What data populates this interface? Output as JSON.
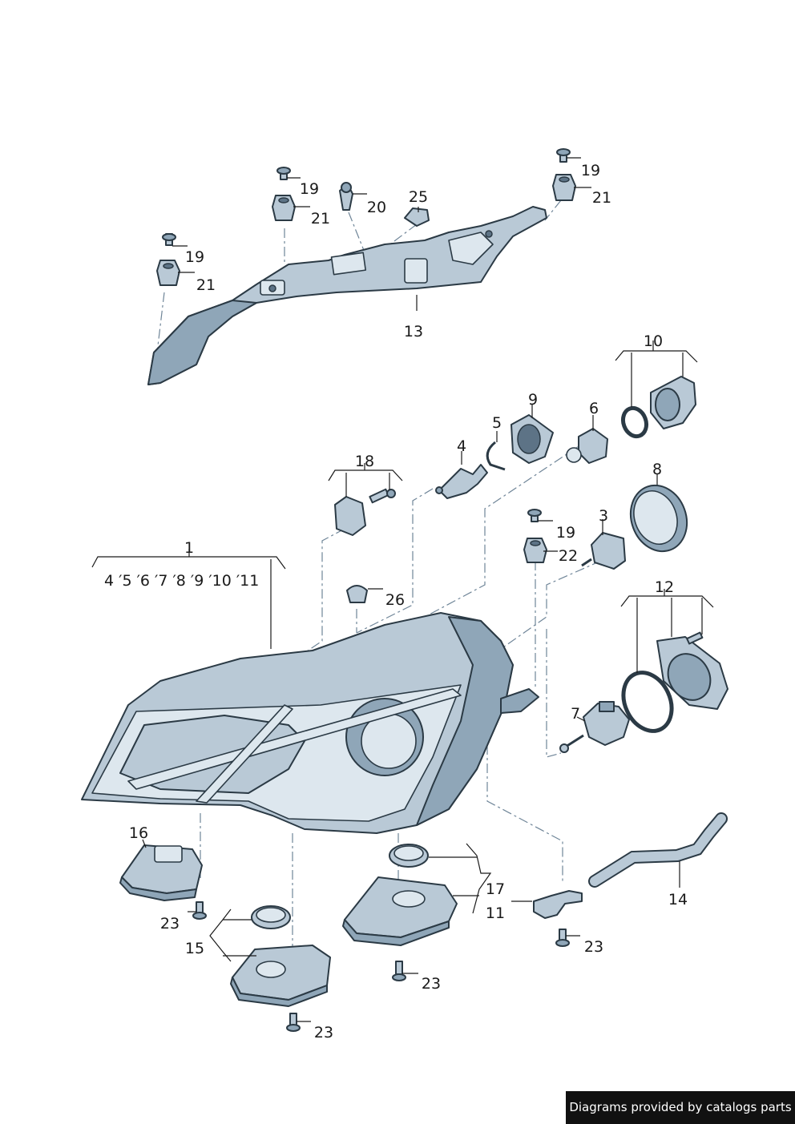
{
  "diagram": {
    "group_label_1": "1",
    "group_label_1_sub": "4 ′5 ′6 ′7 ′8 ′9 ′10 ′11",
    "labels": {
      "p3": "3",
      "p4": "4",
      "p5": "5",
      "p6": "6",
      "p7": "7",
      "p8": "8",
      "p9": "9",
      "p10": "10",
      "p11": "11",
      "p12": "12",
      "p13": "13",
      "p14": "14",
      "p15": "15",
      "p16": "16",
      "p17": "17",
      "p18": "18",
      "p19a": "19",
      "p19b": "19",
      "p19c": "19",
      "p19d": "19",
      "p20": "20",
      "p21a": "21",
      "p21b": "21",
      "p21c": "21",
      "p22": "22",
      "p23a": "23",
      "p23b": "23",
      "p23c": "23",
      "p23d": "23",
      "p25": "25",
      "p26": "26"
    }
  },
  "footer": {
    "watermark": "Diagrams provided by catalogs parts"
  },
  "colors": {
    "part_fill": "#b9c9d6",
    "outline": "#2b3a45",
    "leader": "#1a1a1a",
    "watermark_bg": "#111111"
  }
}
